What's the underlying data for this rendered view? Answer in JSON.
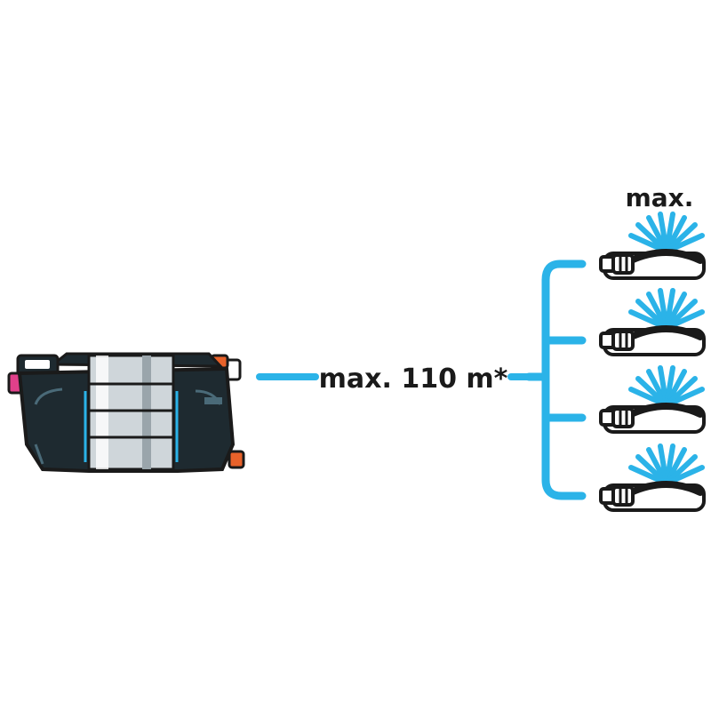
{
  "distance_label": "max. 110 m*",
  "sprinkler_label": "max.",
  "sprinkler_count": 4,
  "icons": [
    "pump-icon",
    "hose-icon",
    "manifold-icon",
    "sprinkler-icon"
  ],
  "colors": {
    "water": "#2bb3e8",
    "body": "#1e2a30",
    "steel": "#cfd6da",
    "accent_orange": "#e8622a",
    "accent_pink": "#e0408a",
    "outline": "#1a1a1a"
  }
}
